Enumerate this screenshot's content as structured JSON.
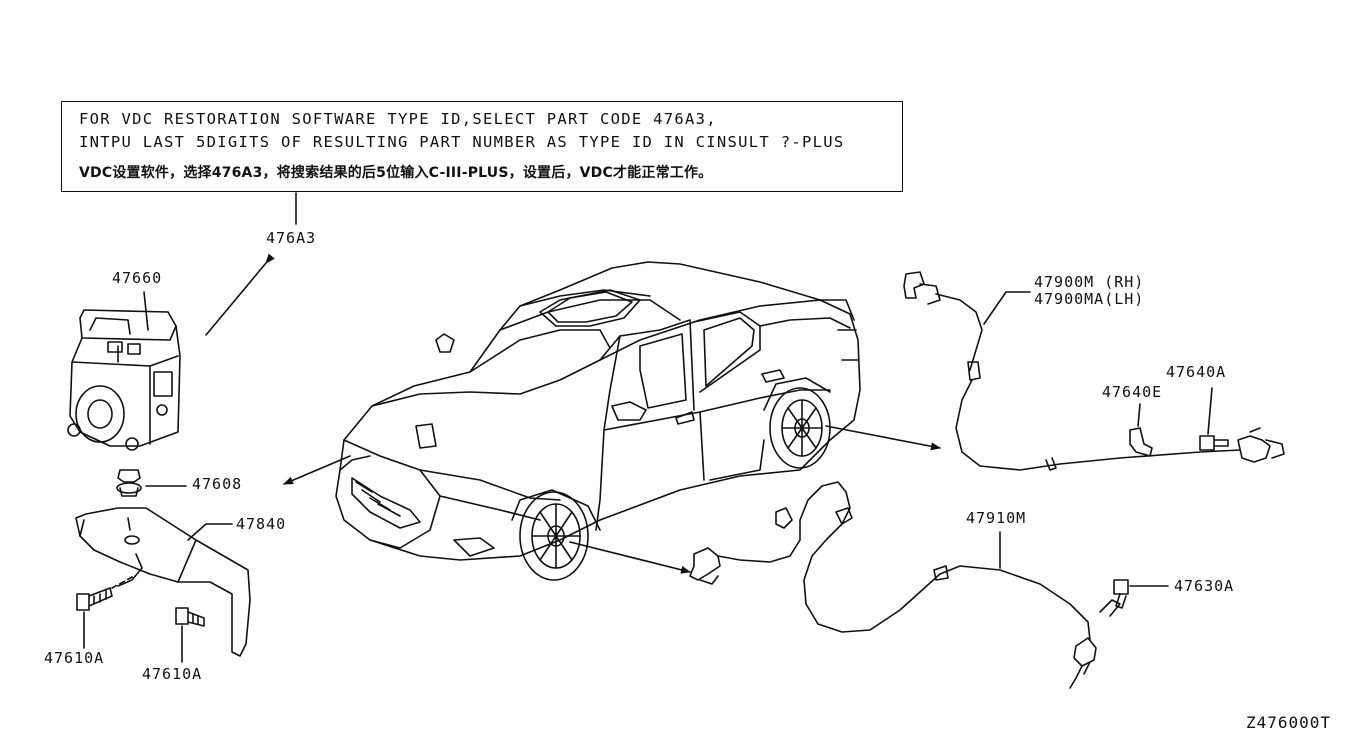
{
  "note": {
    "line1": "FOR VDC RESTORATION SOFTWARE TYPE ID,SELECT PART CODE 476A3,",
    "line2": "INTPU LAST 5DIGITS OF RESULTING PART NUMBER AS TYPE ID IN CINSULT ?-PLUS",
    "line3": "VDC设置软件，选择476A3，将搜索结果的后5位输入C-III-PLUS，设置后，VDC才能正常工作。"
  },
  "parts": {
    "p476A3": "476A3",
    "p47660": "47660",
    "p47608": "47608",
    "p47840": "47840",
    "p47610A_left": "47610A",
    "p47610A_right": "47610A",
    "p47900M": "47900M (RH)",
    "p47900MA": "47900MA(LH)",
    "p47640A": "47640A",
    "p47640E": "47640E",
    "p47910M": "47910M",
    "p47630A": "47630A"
  },
  "diagram_id": "Z476000T"
}
